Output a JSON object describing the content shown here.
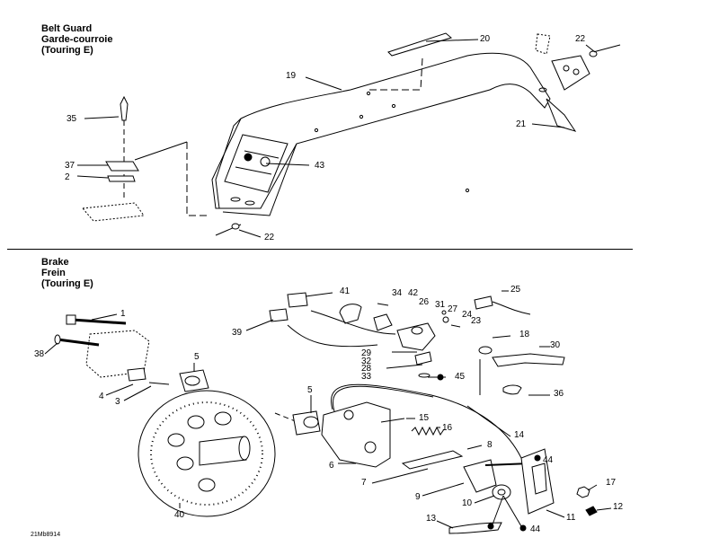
{
  "belt_guard": {
    "title_lines": [
      "Belt Guard",
      "Garde-courroie",
      "(Touring E)"
    ],
    "callouts": [
      "20",
      "22",
      "19",
      "21",
      "35",
      "37",
      "2",
      "43",
      "22"
    ]
  },
  "brake": {
    "title_lines": [
      "Brake",
      "Frein",
      "(Touring E)"
    ],
    "callouts": [
      "1",
      "41",
      "34",
      "42",
      "26",
      "31",
      "27",
      "24",
      "23",
      "25",
      "39",
      "38",
      "5",
      "4",
      "3",
      "29",
      "32",
      "28",
      "33",
      "45",
      "18",
      "30",
      "36",
      "5",
      "15",
      "16",
      "14",
      "8",
      "6",
      "7",
      "44",
      "17",
      "9",
      "10",
      "12",
      "11",
      "13",
      "44",
      "40"
    ]
  },
  "figure_code": "21Mb8914"
}
